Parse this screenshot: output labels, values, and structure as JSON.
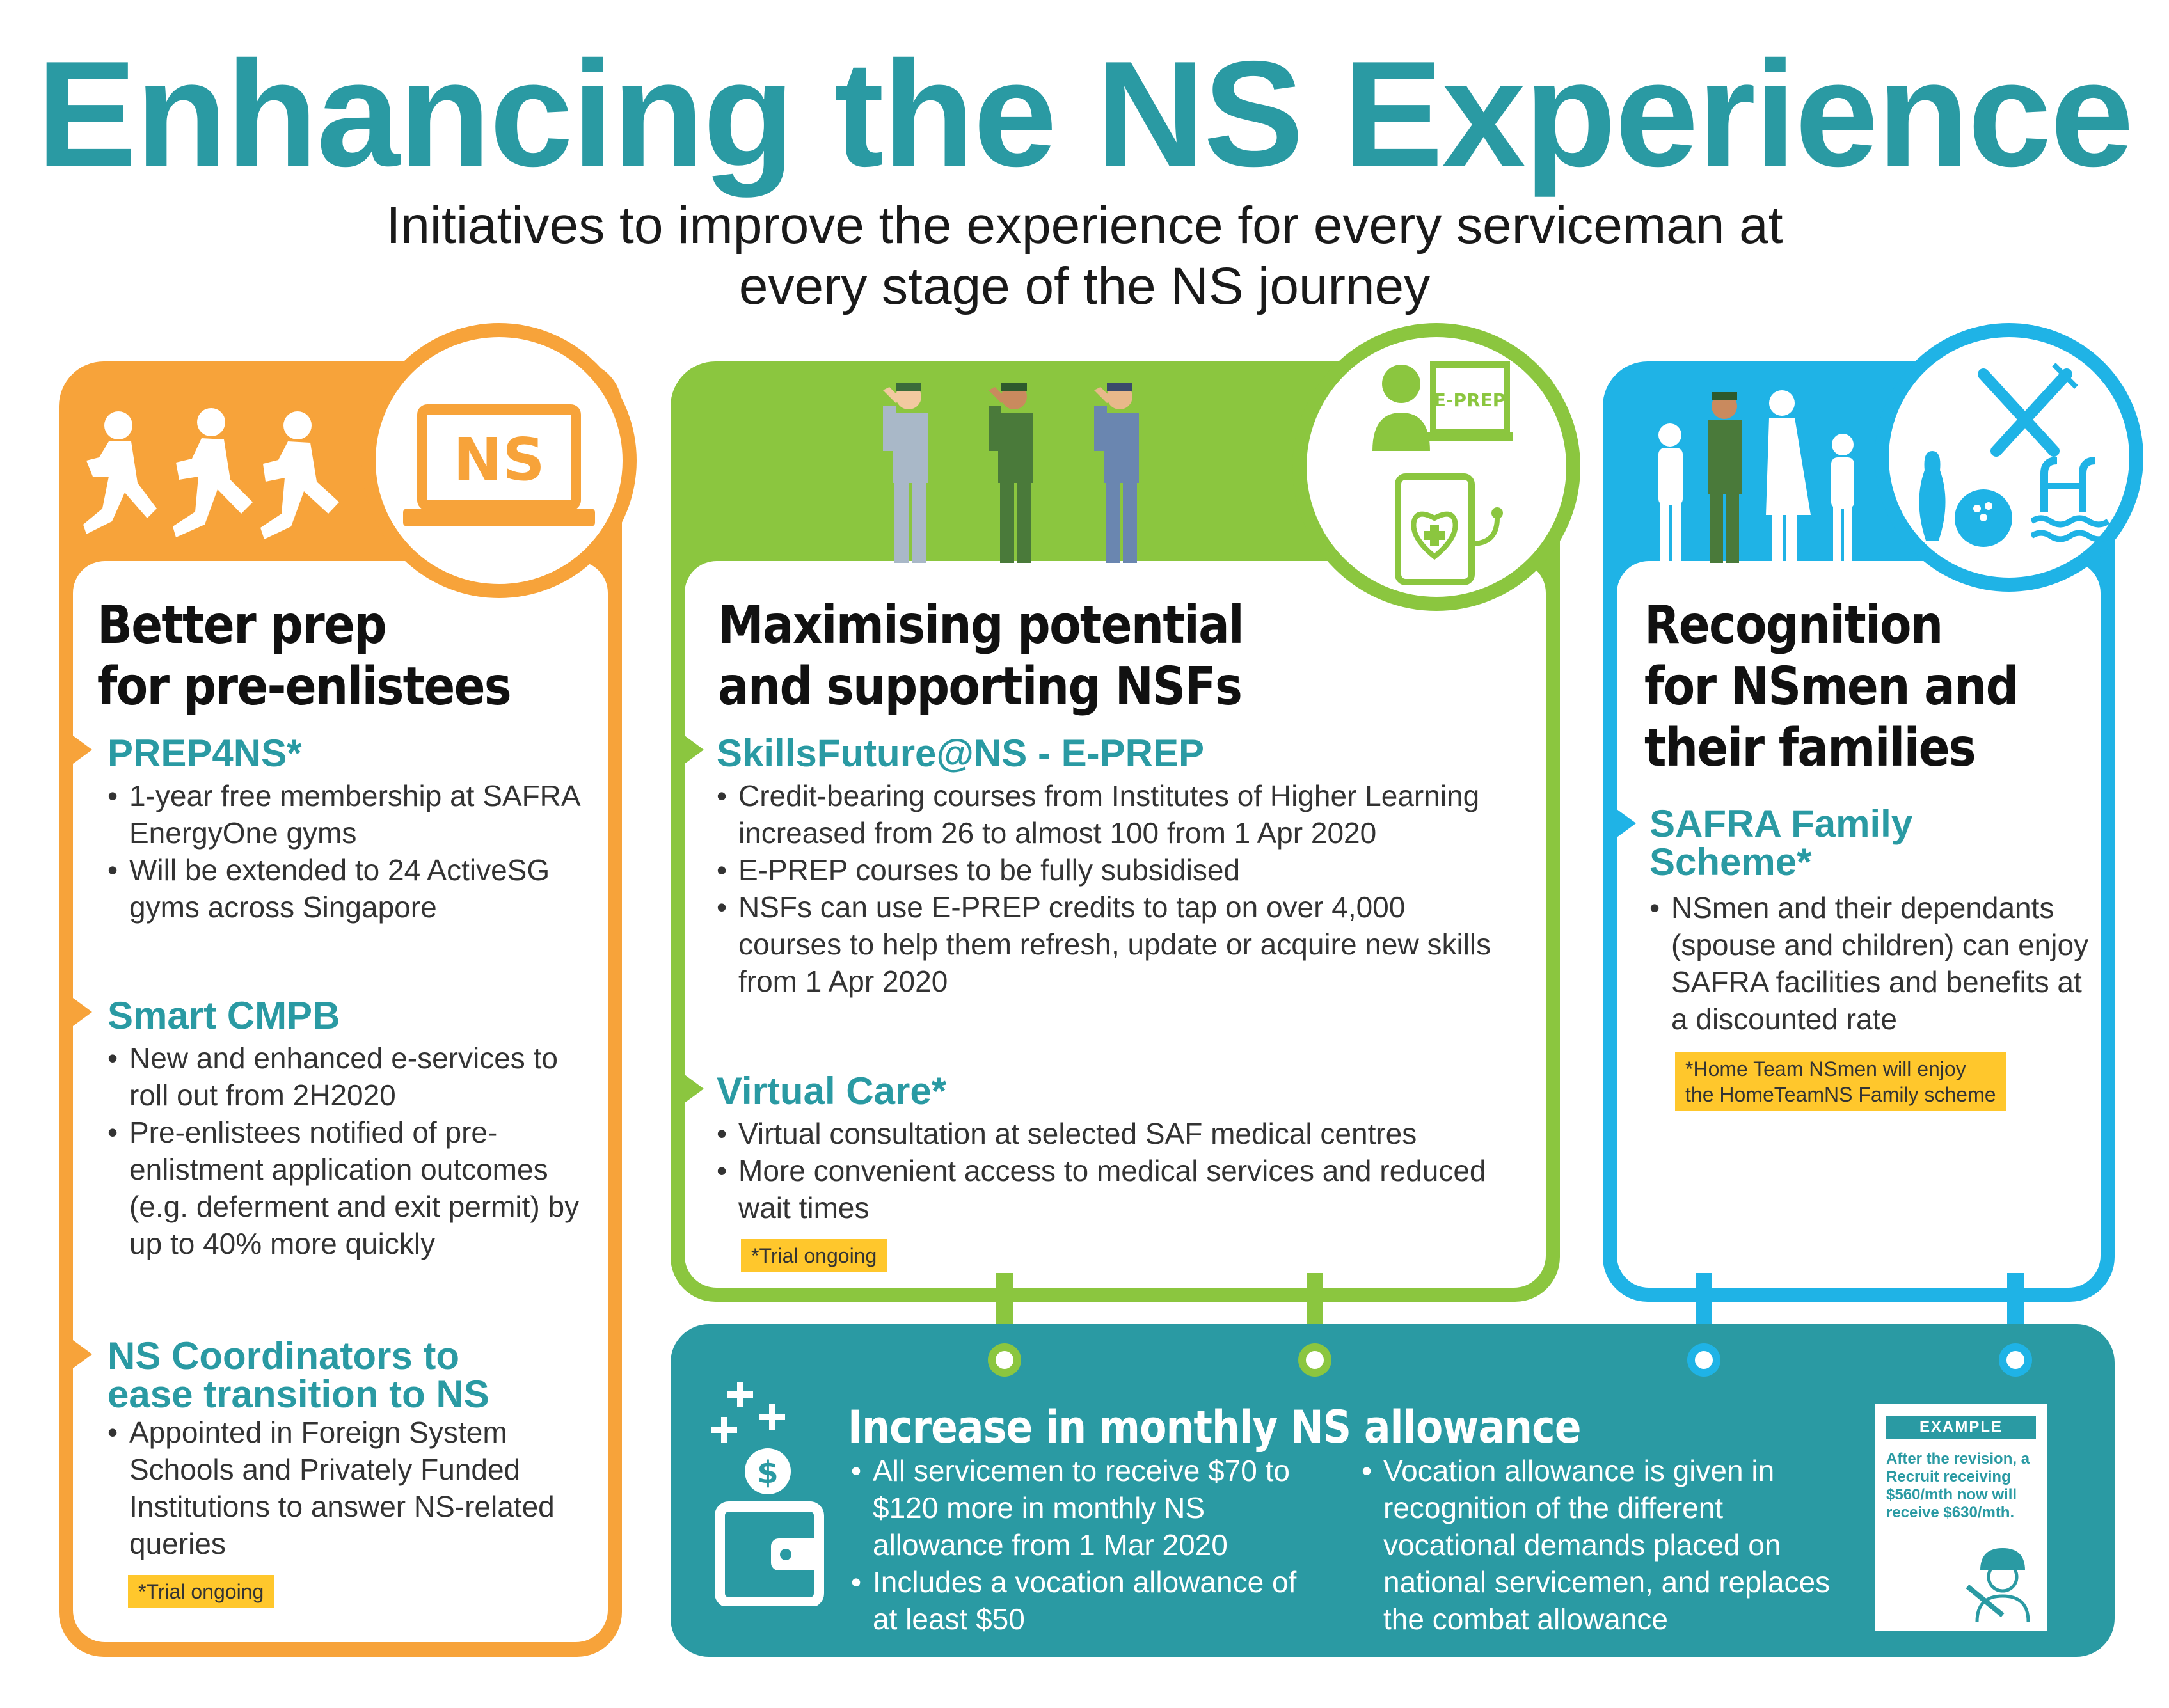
{
  "header": {
    "title": "Enhancing the NS Experience",
    "subtitle_line1": "Initiatives to improve the experience for every serviceman at",
    "subtitle_line2": "every stage of the NS journey"
  },
  "colors": {
    "orange": "#f7a33a",
    "green": "#8bc63f",
    "blue": "#1fb3e6",
    "teal": "#2a9aa3",
    "yellow": "#ffc72c"
  },
  "panels": {
    "pre_enlistees": {
      "heading_line1": "Better prep",
      "heading_line2": "for pre-enlistees",
      "icons": [
        "runners-icon",
        "laptop-ns-icon"
      ],
      "icon_text": "NS",
      "sections": [
        {
          "title": "PREP4NS*",
          "bullets": [
            "1-year free membership at SAFRA EnergyOne gyms",
            "Will be extended to 24 ActiveSG gyms across Singapore"
          ]
        },
        {
          "title": "Smart CMPB",
          "bullets": [
            "New and enhanced e-services to roll out from 2H2020",
            "Pre-enlistees notified of pre-enlistment application outcomes (e.g. deferment and exit permit) by up to 40% more quickly"
          ]
        },
        {
          "title_line1": "NS Coordinators to",
          "title_line2": "ease transition to NS",
          "bullets": [
            "Appointed in Foreign System Schools and Privately Funded Institutions to answer NS-related queries"
          ]
        }
      ],
      "note": "*Trial ongoing"
    },
    "nsfs": {
      "heading_line1": "Maximising potential",
      "heading_line2": "and supporting NSFs",
      "icons": [
        "saluting-soldiers-icon",
        "eprep-computer-icon",
        "tablet-health-icon"
      ],
      "icon_text": "E-PREP",
      "sections": [
        {
          "title": "SkillsFuture@NS - E-PREP",
          "bullets": [
            "Credit-bearing courses from Institutes of Higher Learning increased from 26 to almost 100 from 1 Apr 2020",
            "E-PREP courses to be fully subsidised",
            "NSFs can use E-PREP credits to tap on over 4,000 courses to help them refresh, update or acquire new skills from 1 Apr 2020"
          ]
        },
        {
          "title": "Virtual Care*",
          "bullets": [
            "Virtual consultation at selected SAF medical centres",
            "More convenient access to medical services and reduced wait times"
          ]
        }
      ],
      "note": "*Trial ongoing"
    },
    "nsmen": {
      "heading_line1": "Recognition",
      "heading_line2": "for NSmen and",
      "heading_line3": "their families",
      "icons": [
        "family-icon",
        "dining-icon",
        "bowling-icon",
        "swimming-icon"
      ],
      "sections": [
        {
          "title_line1": "SAFRA Family",
          "title_line2": "Scheme*",
          "bullets": [
            "NSmen and their dependants (spouse and children) can enjoy SAFRA facilities and benefits at a discounted rate"
          ]
        }
      ],
      "note_line1": "*Home Team NSmen will enjoy",
      "note_line2": "the HomeTeamNS Family scheme"
    }
  },
  "allowance": {
    "title": "Increase in monthly NS allowance",
    "icons": [
      "wallet-dollar-icon"
    ],
    "left_bullets": [
      "All servicemen to receive $70 to $120 more in monthly NS allowance from 1 Mar 2020",
      "Includes a vocation allowance of at least $50"
    ],
    "right_bullets": [
      "Vocation allowance is given in recognition of the different vocational demands placed on national servicemen, and replaces the combat allowance"
    ],
    "example": {
      "label": "EXAMPLE",
      "text": "After the revision, a Recruit receiving $560/mth now will receive $630/mth."
    }
  }
}
